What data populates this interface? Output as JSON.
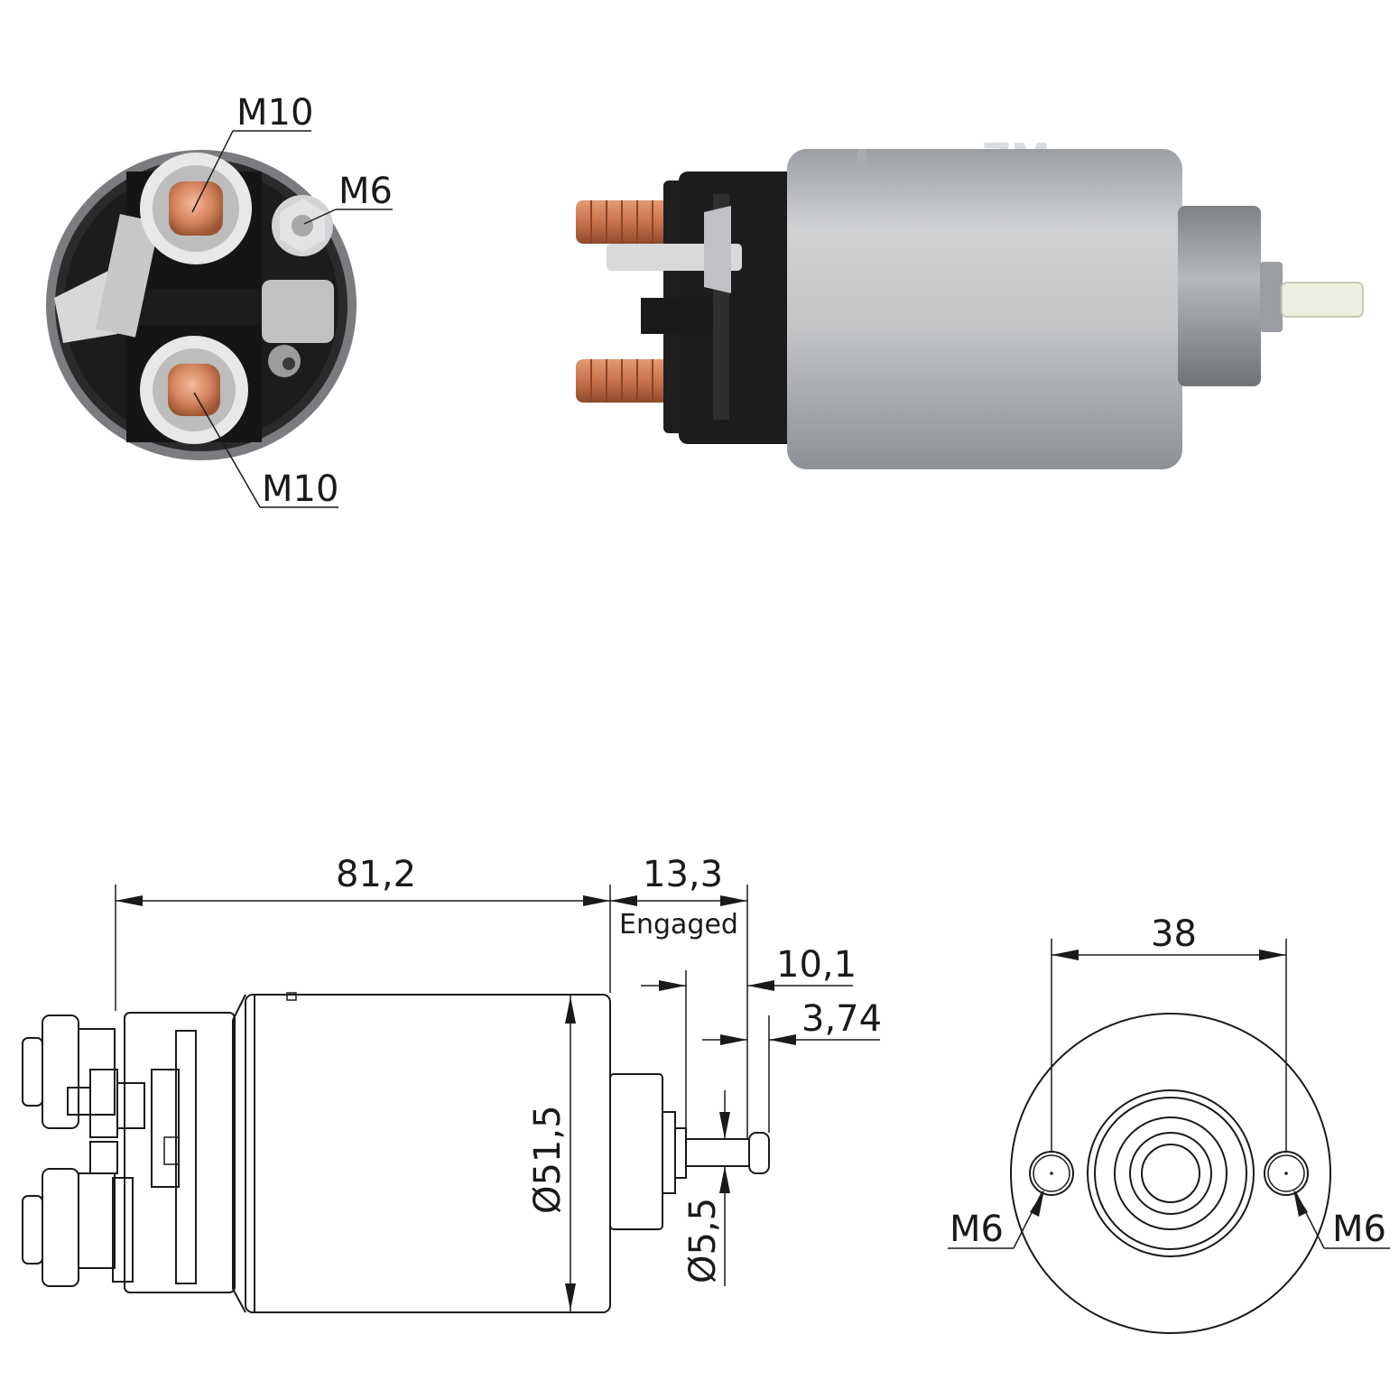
{
  "watermark": "ZM",
  "photo_end_view": {
    "terminal_top": "M10",
    "terminal_side": "M6",
    "terminal_bottom": "M10"
  },
  "drawing_side": {
    "length": "81,2",
    "stroke": "13,3",
    "stroke_note": "Engaged",
    "plunger_offset": "10,1",
    "tip_length": "3,74",
    "body_diameter": "Ø51,5",
    "plunger_diameter": "Ø5,5"
  },
  "drawing_end": {
    "hole_spacing": "38",
    "hole_left": "M6",
    "hole_right": "M6"
  },
  "colors": {
    "copper": "#c9734d",
    "housing": "#bcbfc2",
    "cap": "#1c1c1c"
  }
}
